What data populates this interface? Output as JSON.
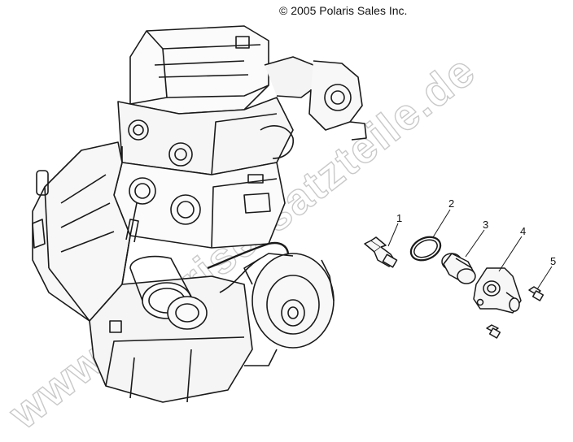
{
  "copyright": "© 2005 Polaris Sales Inc.",
  "watermark": "www.polarisersatzteile.de",
  "callouts": [
    {
      "number": "1",
      "part": "sensor"
    },
    {
      "number": "2",
      "part": "o-ring"
    },
    {
      "number": "3",
      "part": "thermostat"
    },
    {
      "number": "4",
      "part": "thermostat-housing"
    },
    {
      "number": "5",
      "part": "bolt"
    }
  ],
  "colors": {
    "line": "#1a1a1a",
    "watermark": "#c9c9c9"
  }
}
